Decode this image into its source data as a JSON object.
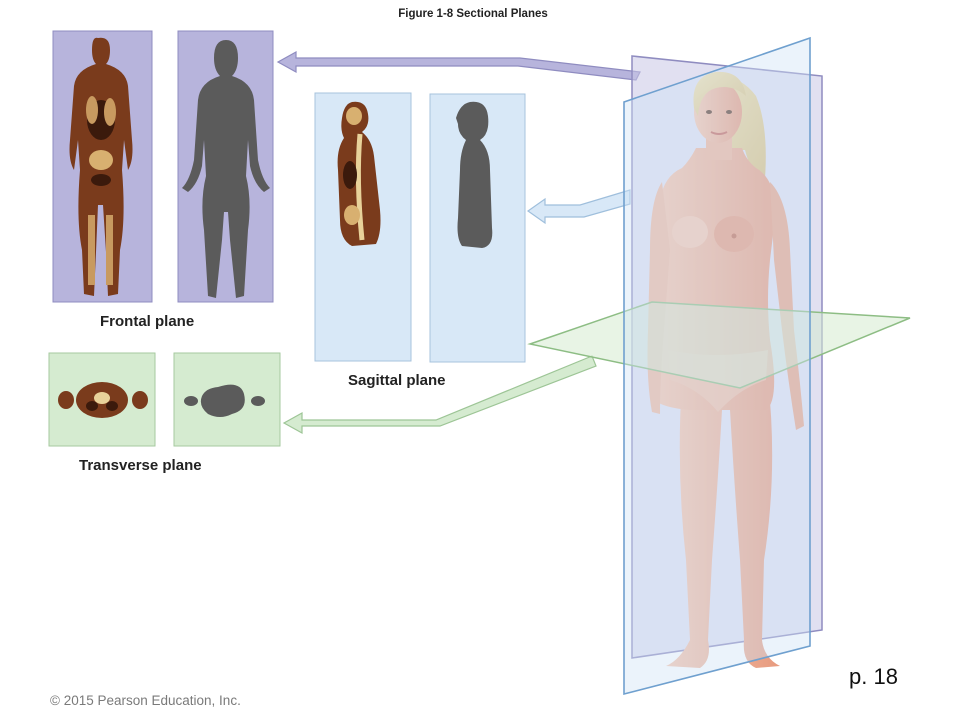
{
  "figure": {
    "title": "Figure 1-8  Sectional Planes",
    "page_ref": "p. 18",
    "copyright": "© 2015 Pearson Education, Inc."
  },
  "planes": {
    "frontal": {
      "label": "Frontal plane",
      "color": "#b7b4dc"
    },
    "sagittal": {
      "label": "Sagittal plane",
      "color": "#d8e8f7"
    },
    "transverse": {
      "label": "Transverse plane",
      "color": "#d5ebd0"
    }
  },
  "colors": {
    "silhouette": "#5b5b5b",
    "skin": "#f0b49a",
    "skin_shadow": "#e28f74",
    "section_tissue": "#7a3b1c",
    "section_dark": "#3b1a0c"
  }
}
